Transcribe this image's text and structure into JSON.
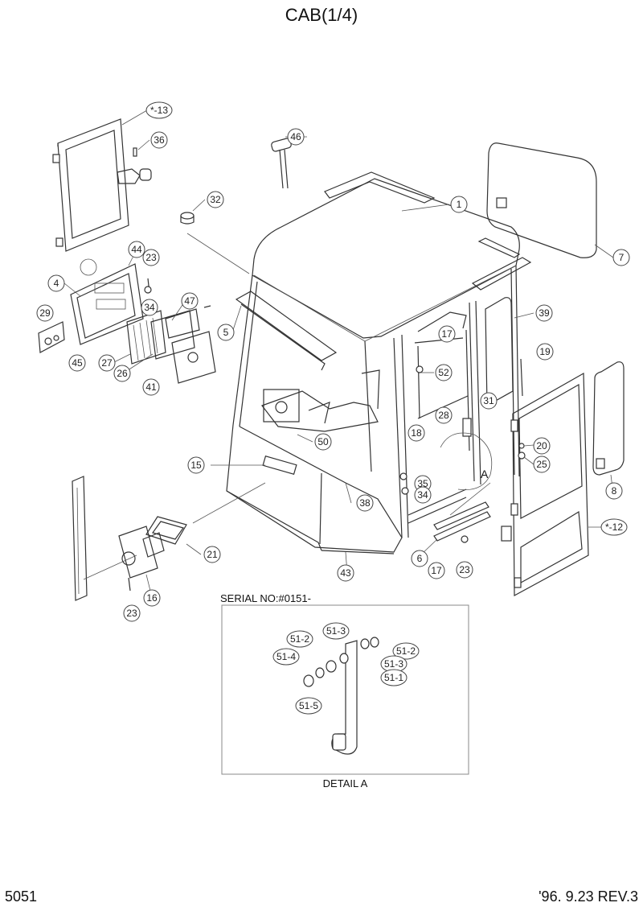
{
  "title": "CAB(1/4)",
  "page_number": "5051",
  "revision": "'96. 9.23  REV.3",
  "serial_note": "SERIAL NO:#0151-",
  "detail_caption": "DETAIL A",
  "detail_letter": "A",
  "callouts": [
    "*-13",
    "36",
    "46",
    "1",
    "7",
    "32",
    "44",
    "23",
    "4",
    "34",
    "5",
    "47",
    "29",
    "27",
    "26",
    "45",
    "41",
    "39",
    "17",
    "19",
    "52",
    "31",
    "28",
    "18",
    "20",
    "50",
    "15",
    "25",
    "35",
    "34",
    "38",
    "21",
    "6",
    "17",
    "23",
    "43",
    "16",
    "23",
    "*-12",
    "8",
    "51-3",
    "51-2",
    "51-4",
    "51-2",
    "51-3",
    "51-1",
    "51-5"
  ]
}
